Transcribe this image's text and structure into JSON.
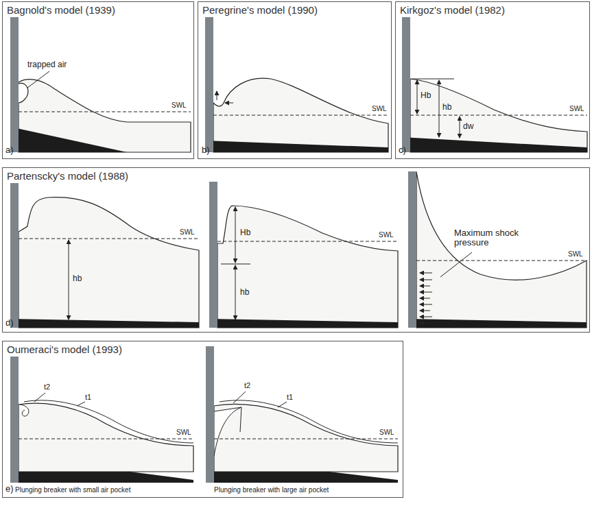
{
  "diagram": {
    "nodes": [
      {
        "text": [
          "Bagnold's model (1939)"
        ]
      },
      {
        "text": [
          "Peregrine's model (1990)"
        ]
      },
      {
        "text": [
          "Kirkgoz's model (1982)"
        ]
      },
      {
        "text": [
          "Partenscky's model (1988)"
        ]
      },
      {
        "text": [
          "Oumeraci's model (1993)"
        ]
      }
    ],
    "labels": [
      "trapped air",
      "SWL",
      "a)",
      "SWL",
      "b)",
      "Hb",
      "hb",
      "dw",
      "SWL",
      "c)",
      "hb",
      "SWL",
      "Hb",
      "hb",
      "SWL",
      "Maximum shock pressure",
      "SWL",
      "d)",
      "t2",
      "t1",
      "SWL",
      "t2",
      "t1",
      "SWL",
      "e)",
      "Plunging breaker with small air pocket",
      "Plunging breaker with large air pocket"
    ]
  }
}
